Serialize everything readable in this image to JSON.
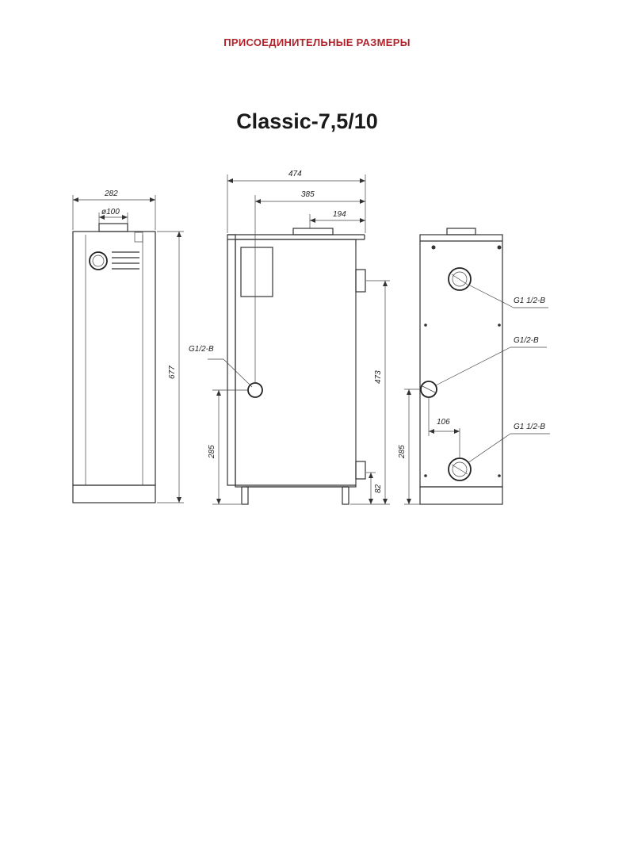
{
  "header": {
    "title": "ПРИСОЕДИНИТЕЛЬНЫЕ РАЗМЕРЫ"
  },
  "model": {
    "name": "Classic-7,5/10"
  },
  "front_view": {
    "width": "282",
    "flue_diameter": "ø100",
    "height": "677"
  },
  "side_view": {
    "overall_depth": "474",
    "depth_385": "385",
    "flue_offset": "194",
    "inlet_label": "G1/2-B",
    "inlet_height": "285",
    "outlet_height": "473",
    "lower_height": "82"
  },
  "rear_view": {
    "top_pipe_label": "G1 1/2-B",
    "mid_pipe_label": "G1/2-B",
    "bottom_pipe_label": "G1 1/2-B",
    "offset": "106",
    "mid_height": "285"
  }
}
